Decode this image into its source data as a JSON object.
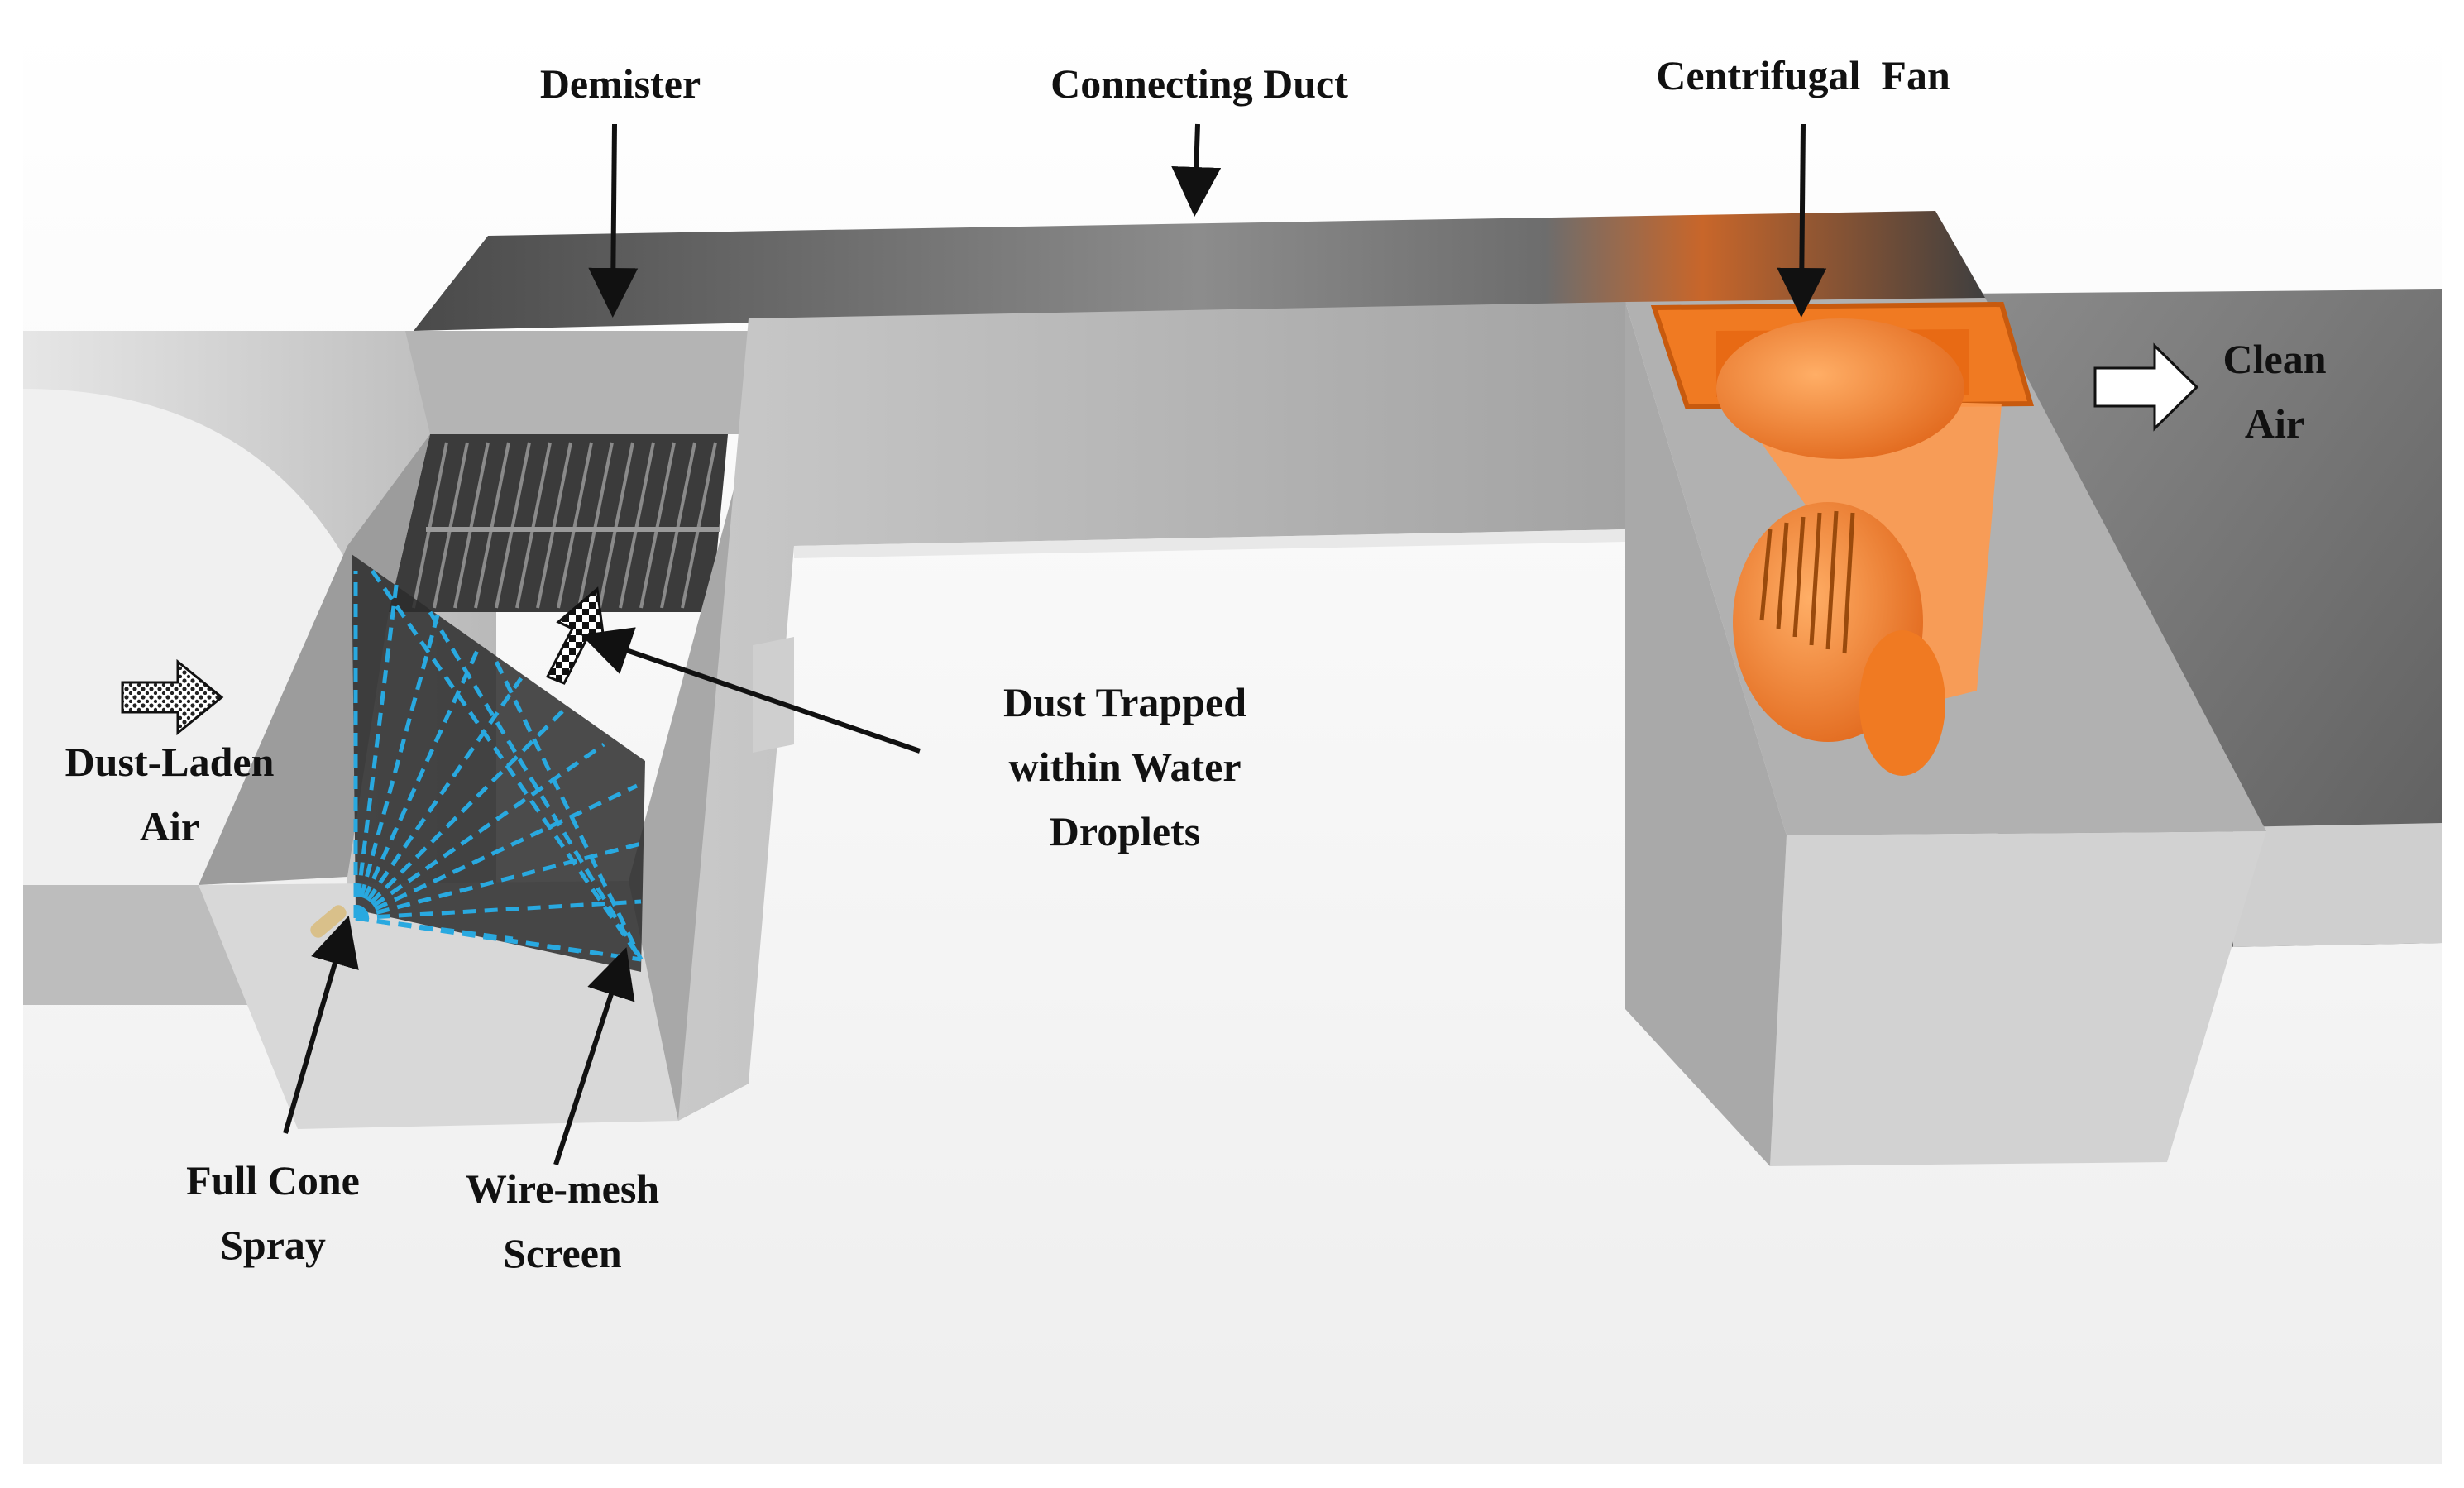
{
  "labels": {
    "demister": "Demister",
    "connecting_duct": "Connecting Duct",
    "centrifugal_fan": "Centrifugal  Fan",
    "clean_air": [
      "Clean",
      "Air"
    ],
    "dust_laden_air": [
      "Dust-Laden",
      "Air"
    ],
    "dust_trapped": [
      "Dust Trapped",
      "within Water",
      "Droplets"
    ],
    "full_cone_spray": [
      "Full Cone",
      "Spray"
    ],
    "wire_mesh_screen": [
      "Wire-mesh",
      "Screen"
    ]
  },
  "colors": {
    "duct_steel": "#a9a9a9",
    "duct_dark": "#5a5a5a",
    "fan_orange": "#f07a22",
    "spray_blue": "#29a9e0",
    "floor": "#f4f4f4",
    "arrow": "#111111"
  }
}
